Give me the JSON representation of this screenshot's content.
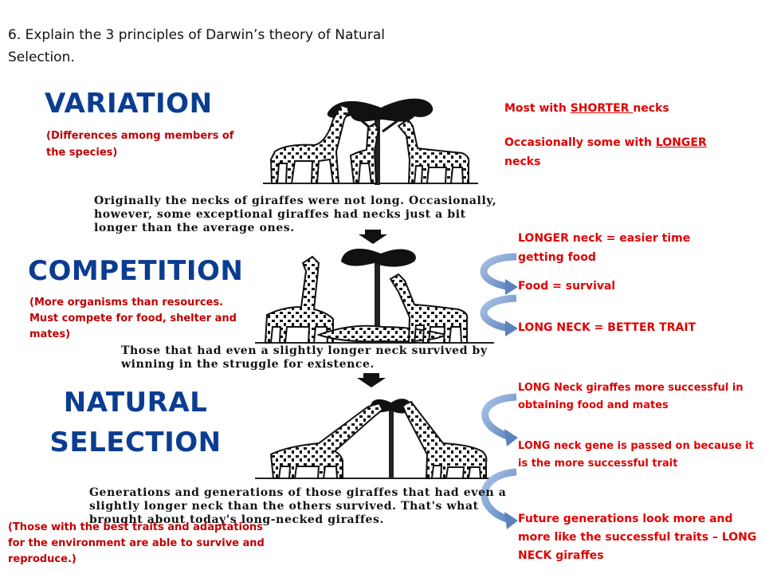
{
  "question": "6. Explain the 3 principles of Darwin’s theory of Natural Selection.",
  "variation": {
    "title": "VARIATION",
    "desc": "(Differences among members of the species)",
    "caption": "Originally the necks of giraffes were not long. Occasionally, however, some exceptional giraffes had necks just a bit longer than the average ones.",
    "point1_pre": "Most with ",
    "point1_em": "SHORTER ",
    "point1_post": "necks",
    "point2_pre": "Occasionally some with ",
    "point2_em": "LONGER",
    "point2_post": " necks"
  },
  "competition": {
    "title": "COMPETITION",
    "desc": "(More organisms than resources. Must compete for food, shelter and mates)",
    "caption": "Those that had even a slightly longer neck survived by winning in the struggle for existence.",
    "point1": "LONGER neck  = easier time getting food",
    "point2": "Food = survival",
    "point3": "LONG NECK = BETTER TRAIT"
  },
  "natural_selection": {
    "title_line1": "NATURAL",
    "title_line2": "SELECTION",
    "desc": "(Those with the best traits and adaptations for the environment are able to survive and reproduce.)",
    "caption": "Generations and generations of those giraffes that had even a slightly longer neck than the others survived. That's what brought about today's long-necked giraffes.",
    "point1": "LONG Neck giraffes more successful in obtaining food and mates",
    "point2": "LONG neck gene is passed on because it is the more successful trait",
    "point3": "Future generations look more and more like the successful traits – LONG NECK giraffes"
  },
  "colors": {
    "title_blue": "#0a3d91",
    "text_red": "#e00000",
    "arrow_blue": "#6f95c9"
  }
}
